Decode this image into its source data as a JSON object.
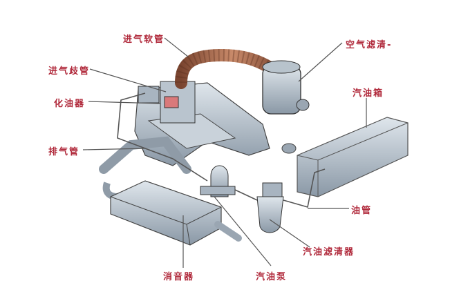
{
  "labels": {
    "intake_hose": "进气软管",
    "air_filter": "空气滤清-",
    "intake_manifold": "进气歧管",
    "carburetor": "化油器",
    "fuel_tank": "汽油箱",
    "exhaust_pipe": "排气管",
    "fuel_line": "油管",
    "fuel_filter": "汽油滤清器",
    "muffler": "消音器",
    "fuel_pump": "汽油泵"
  },
  "colors": {
    "label": "#b0283a",
    "leader": "#555555",
    "metal": "#a9b6c2",
    "hose": "#a0644a"
  }
}
